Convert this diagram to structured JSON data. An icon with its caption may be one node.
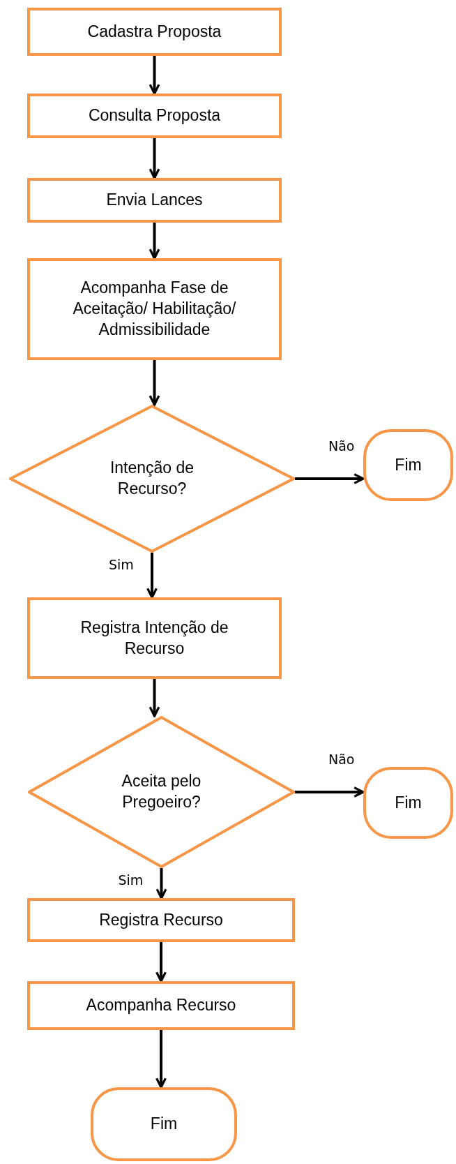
{
  "diagram": {
    "nodes": [
      {
        "text": [
          "Cadastra Proposta"
        ]
      },
      {
        "text": [
          "Consulta Proposta"
        ]
      },
      {
        "text": [
          "Envia Lances"
        ]
      },
      {
        "text": [
          "Acompanha Fase de Aceitação/ Habilitação/ Admissibilidade"
        ]
      },
      {
        "text": [
          "Intenção de Recurso?"
        ]
      },
      {
        "text": [
          "Fim"
        ]
      },
      {
        "text": [
          "Registra Intenção de Recurso"
        ]
      },
      {
        "text": [
          "Aceita pelo Pregoeiro?"
        ]
      },
      {
        "text": [
          "Fim"
        ]
      },
      {
        "text": [
          "Registra Recurso"
        ]
      },
      {
        "text": [
          "Acompanha Recurso"
        ]
      },
      {
        "text": [
          "Fim"
        ]
      }
    ],
    "edges": [
      {
        "from": 0,
        "to": 1,
        "arrow": "to"
      },
      {
        "from": 1,
        "to": 2,
        "arrow": "to"
      },
      {
        "from": 2,
        "to": 3,
        "arrow": "to"
      },
      {
        "from": 3,
        "to": 4,
        "arrow": "to"
      },
      {
        "from": 4,
        "to": 5,
        "arrow": "to",
        "label": "Não"
      },
      {
        "from": 4,
        "to": 6,
        "arrow": "to",
        "label": "Sim"
      },
      {
        "from": 6,
        "to": 7,
        "arrow": "to"
      },
      {
        "from": 7,
        "to": 8,
        "arrow": "to",
        "label": "Não"
      },
      {
        "from": 7,
        "to": 9,
        "arrow": "to",
        "label": "Sim"
      },
      {
        "from": 9,
        "to": 10,
        "arrow": "to"
      },
      {
        "from": 10,
        "to": 11,
        "arrow": "to"
      }
    ]
  }
}
